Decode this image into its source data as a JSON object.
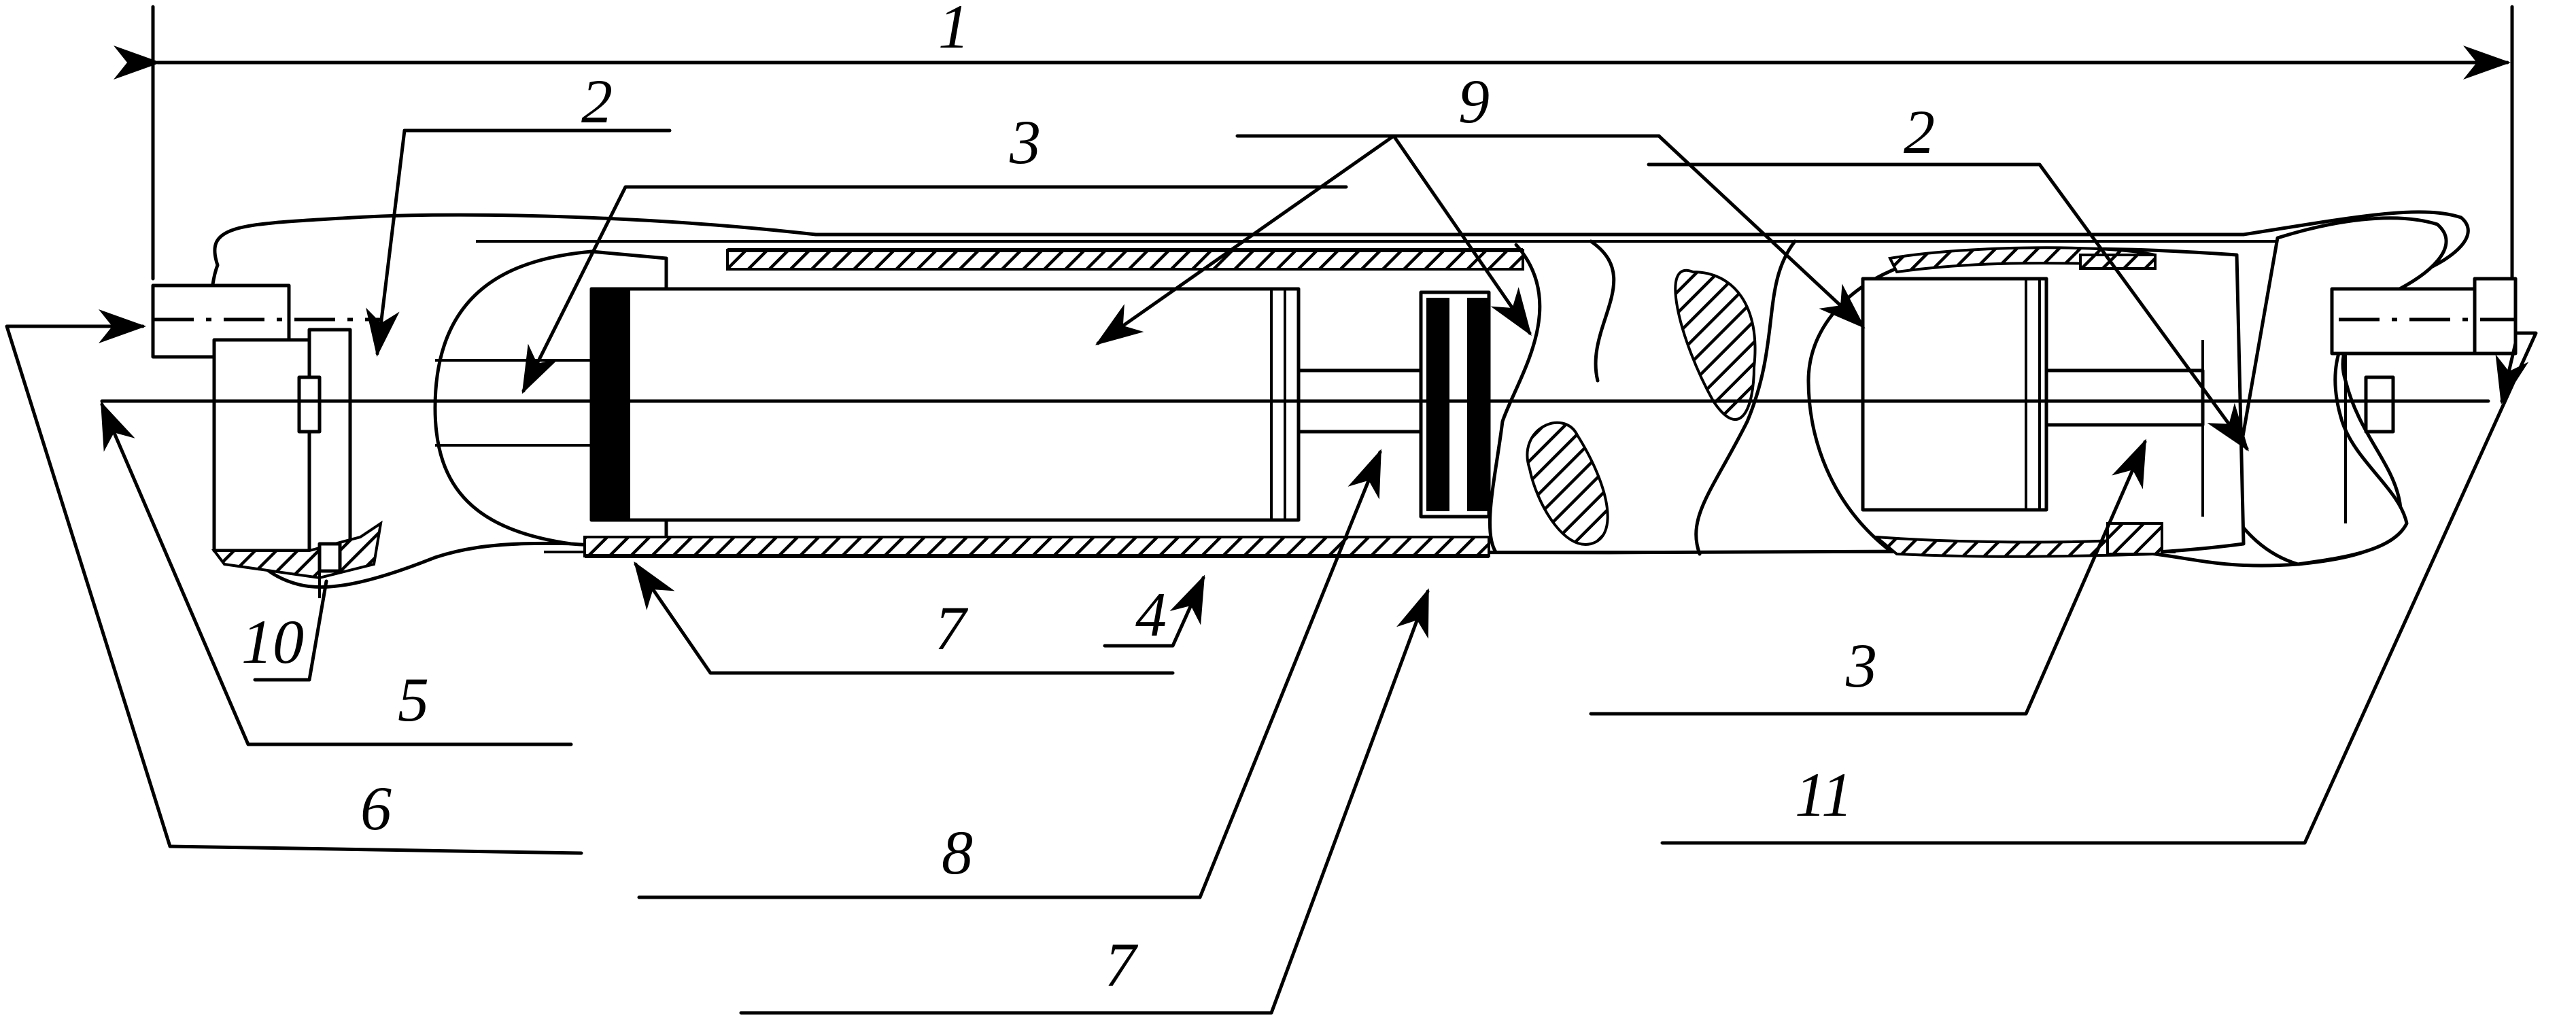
{
  "labels": {
    "l1": "1",
    "l2_left": "2",
    "l3_top": "3",
    "l9": "9",
    "l2_right": "2",
    "l7_mid": "7",
    "l4": "4",
    "l10": "10",
    "l5": "5",
    "l6": "6",
    "l8": "8",
    "l7_bottom": "7",
    "l3_right": "3",
    "l11": "11"
  }
}
